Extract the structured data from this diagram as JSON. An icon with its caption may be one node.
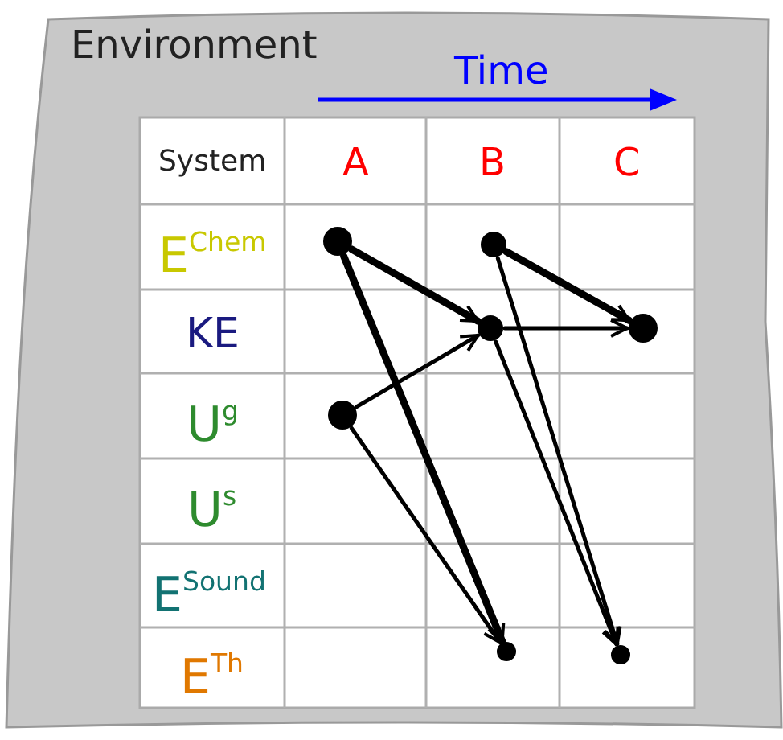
{
  "diagram": {
    "nodes": [
      {
        "text": [
          "Environment"
        ]
      },
      {
        "text": [],
        "shape": "circle",
        "in": 0
      },
      {
        "text": [],
        "shape": "circle",
        "in": 0
      },
      {
        "text": [],
        "shape": "circle",
        "in": 0
      },
      {
        "text": [],
        "shape": "circle",
        "in": 0
      },
      {
        "text": [],
        "shape": "circle",
        "in": 0
      },
      {
        "text": [],
        "shape": "circle",
        "in": 0
      },
      {
        "text": [],
        "shape": "circle",
        "in": 0
      }
    ],
    "edges": [
      {
        "from": 1,
        "to": 3,
        "arrow": "to",
        "style": "thick"
      },
      {
        "from": 1,
        "to": 6,
        "arrow": "to",
        "style": "thick"
      },
      {
        "from": 5,
        "to": 3,
        "arrow": "to"
      },
      {
        "from": 5,
        "to": 6,
        "arrow": "to"
      },
      {
        "from": 2,
        "to": 4,
        "arrow": "to",
        "style": "thick"
      },
      {
        "from": 3,
        "to": 4,
        "arrow": "to"
      },
      {
        "from": 2,
        "to": 7,
        "arrow": "to"
      },
      {
        "from": 3,
        "to": 7,
        "arrow": "to"
      }
    ],
    "labels": [
      "Time",
      "System",
      "A",
      "B",
      "C",
      "E$^{Chem}$",
      "KE",
      "U$^{g}$",
      "U$^{s}$",
      "E$^{Sound}$",
      "E$^{Th}$"
    ]
  }
}
